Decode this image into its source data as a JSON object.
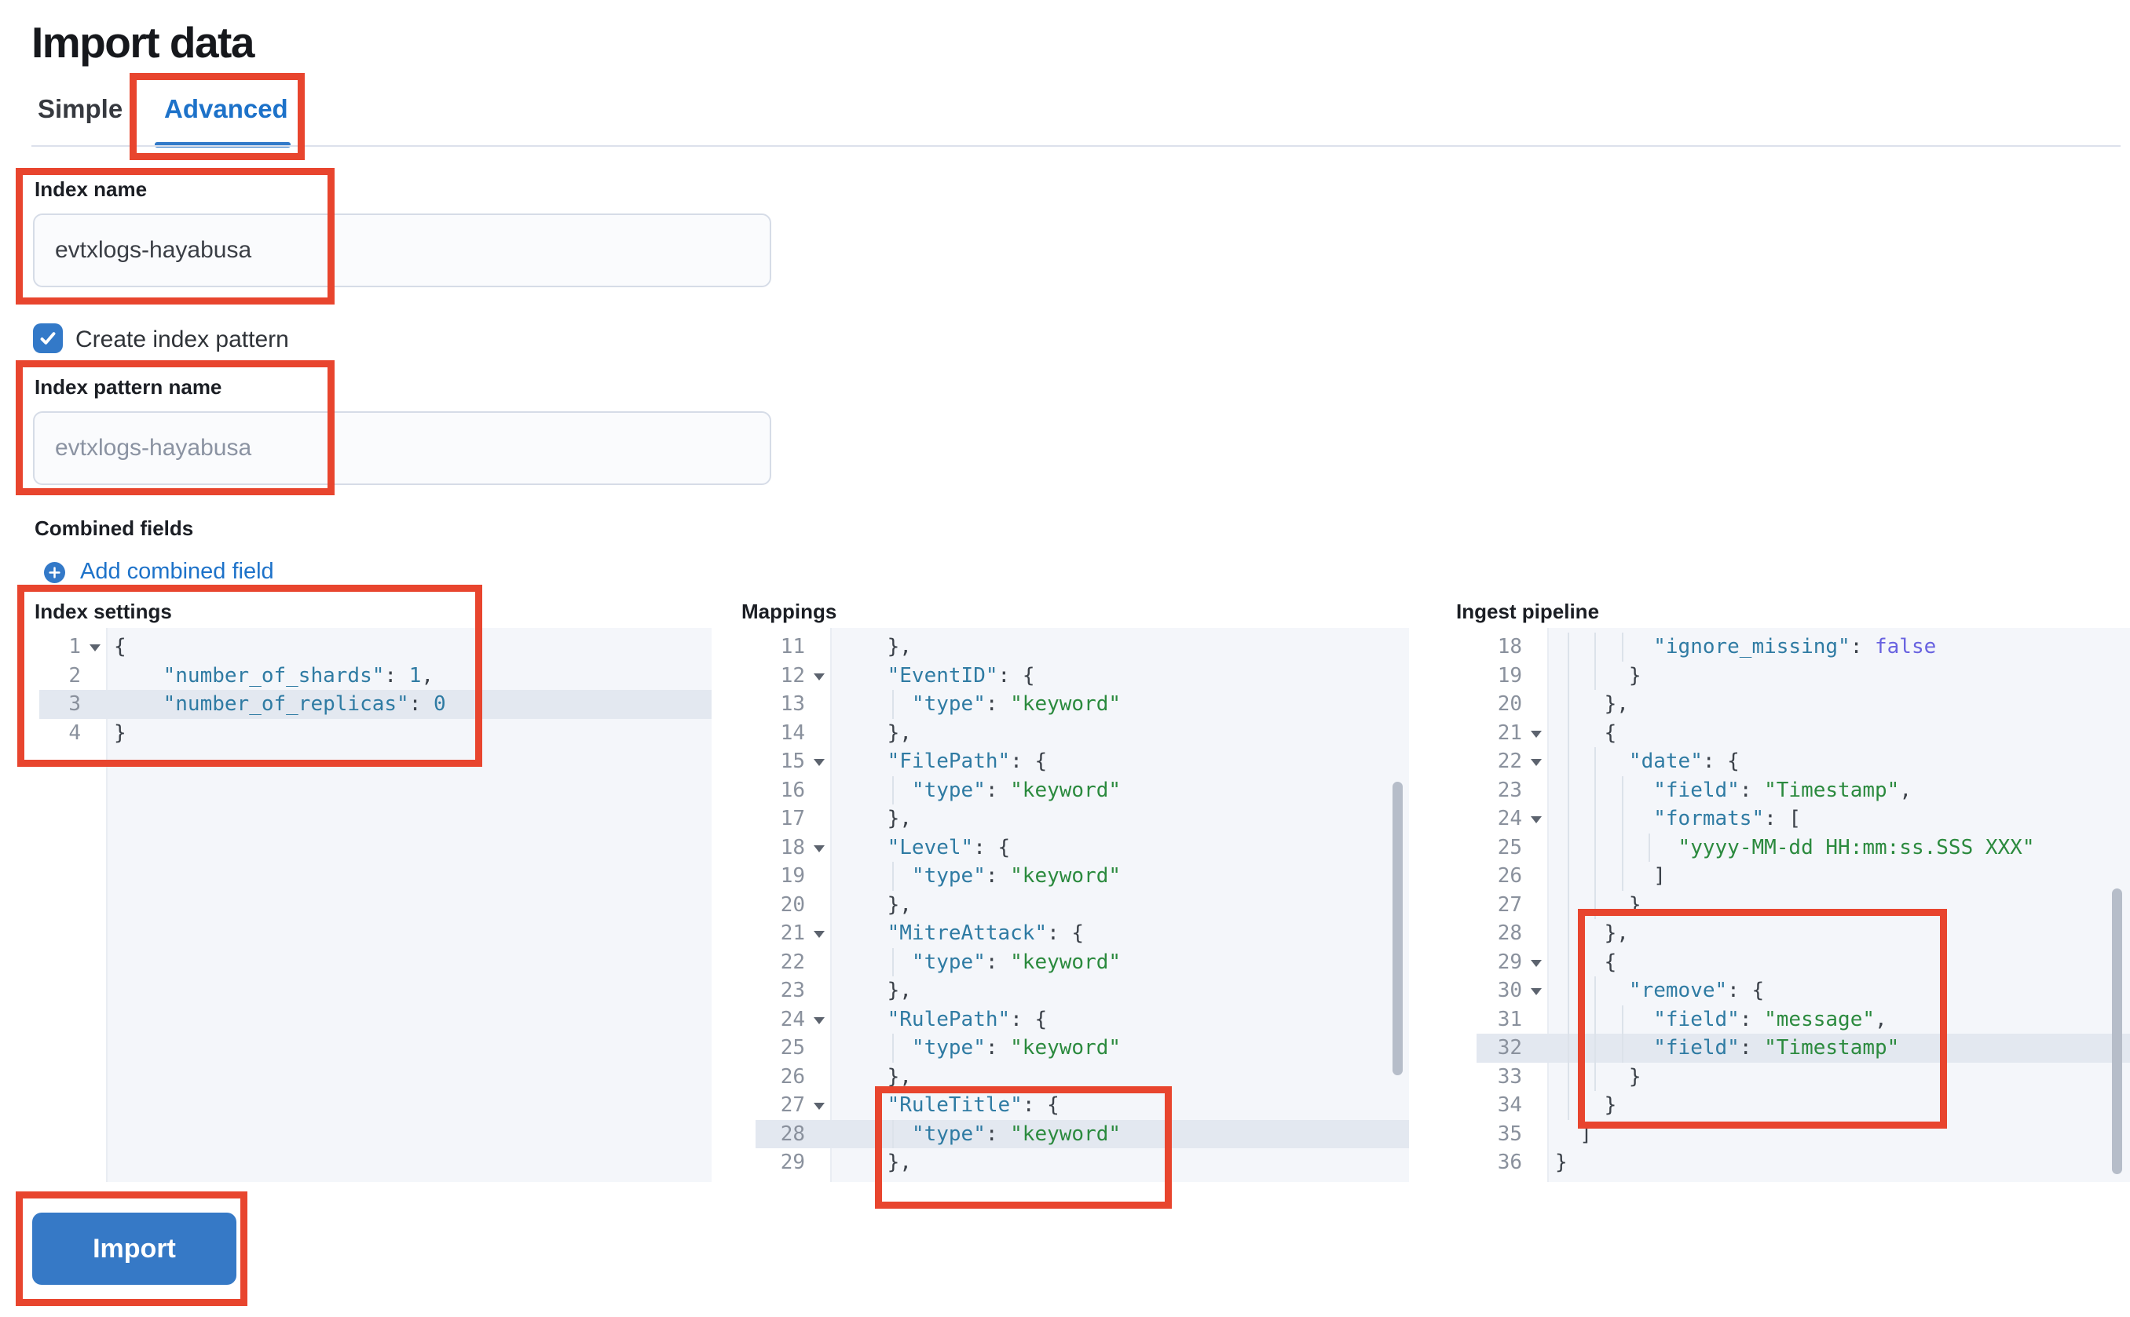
{
  "header": {
    "title": "Import data"
  },
  "tabs": [
    {
      "label": "Simple",
      "active": false
    },
    {
      "label": "Advanced",
      "active": true
    }
  ],
  "form": {
    "index_name": {
      "label": "Index name",
      "value": "evtxlogs-hayabusa"
    },
    "create_index_pattern": {
      "label": "Create index pattern",
      "checked": true
    },
    "index_pattern_name": {
      "label": "Index pattern name",
      "placeholder": "evtxlogs-hayabusa"
    },
    "combined_fields": {
      "heading": "Combined fields",
      "add_link": "Add combined field"
    }
  },
  "actions": {
    "import_label": "Import"
  },
  "colors": {
    "accent_blue": "#3379c8",
    "link_blue": "#1d72c9",
    "annotation_red": "#e8452e",
    "code_key": "#2f7ba3",
    "code_string": "#2b8a3e",
    "code_number": "#2f7ba3",
    "code_boolean": "#6862e0",
    "code_punct": "#3b4149",
    "editor_bg": "#f4f6fa",
    "active_line_bg": "#e3e8f0"
  },
  "editors": [
    {
      "id": "index-settings",
      "label": "Index settings",
      "lines": [
        {
          "n": 1,
          "fold": true,
          "ind": 0,
          "g": [],
          "seg": [
            [
              "p",
              "{"
            ]
          ]
        },
        {
          "n": 2,
          "fold": false,
          "ind": 4,
          "g": [],
          "seg": [
            [
              "k",
              "\"number_of_shards\""
            ],
            [
              "p",
              ": "
            ],
            [
              "n",
              "1"
            ],
            [
              "p",
              ","
            ]
          ]
        },
        {
          "n": 3,
          "fold": false,
          "ind": 4,
          "g": [],
          "hl": true,
          "seg": [
            [
              "k",
              "\"number_of_replicas\""
            ],
            [
              "p",
              ": "
            ],
            [
              "n",
              "0"
            ]
          ]
        },
        {
          "n": 4,
          "fold": false,
          "ind": 0,
          "g": [],
          "seg": [
            [
              "p",
              "}"
            ]
          ]
        }
      ]
    },
    {
      "id": "mappings",
      "label": "Mappings",
      "lines": [
        {
          "n": 11,
          "fold": false,
          "ind": 4,
          "g": [],
          "seg": [
            [
              "p",
              "},"
            ]
          ]
        },
        {
          "n": 12,
          "fold": true,
          "ind": 4,
          "g": [],
          "seg": [
            [
              "k",
              "\"EventID\""
            ],
            [
              "p",
              ": {"
            ]
          ]
        },
        {
          "n": 13,
          "fold": false,
          "ind": 6,
          "g": [
            4.4
          ],
          "seg": [
            [
              "k",
              "\"type\""
            ],
            [
              "p",
              ": "
            ],
            [
              "s",
              "\"keyword\""
            ]
          ]
        },
        {
          "n": 14,
          "fold": false,
          "ind": 4,
          "g": [],
          "seg": [
            [
              "p",
              "},"
            ]
          ]
        },
        {
          "n": 15,
          "fold": true,
          "ind": 4,
          "g": [],
          "seg": [
            [
              "k",
              "\"FilePath\""
            ],
            [
              "p",
              ": {"
            ]
          ]
        },
        {
          "n": 16,
          "fold": false,
          "ind": 6,
          "g": [
            4.4
          ],
          "seg": [
            [
              "k",
              "\"type\""
            ],
            [
              "p",
              ": "
            ],
            [
              "s",
              "\"keyword\""
            ]
          ]
        },
        {
          "n": 17,
          "fold": false,
          "ind": 4,
          "g": [],
          "seg": [
            [
              "p",
              "},"
            ]
          ]
        },
        {
          "n": 18,
          "fold": true,
          "ind": 4,
          "g": [],
          "seg": [
            [
              "k",
              "\"Level\""
            ],
            [
              "p",
              ": {"
            ]
          ]
        },
        {
          "n": 19,
          "fold": false,
          "ind": 6,
          "g": [
            4.4
          ],
          "seg": [
            [
              "k",
              "\"type\""
            ],
            [
              "p",
              ": "
            ],
            [
              "s",
              "\"keyword\""
            ]
          ]
        },
        {
          "n": 20,
          "fold": false,
          "ind": 4,
          "g": [],
          "seg": [
            [
              "p",
              "},"
            ]
          ]
        },
        {
          "n": 21,
          "fold": true,
          "ind": 4,
          "g": [],
          "seg": [
            [
              "k",
              "\"MitreAttack\""
            ],
            [
              "p",
              ": {"
            ]
          ]
        },
        {
          "n": 22,
          "fold": false,
          "ind": 6,
          "g": [
            4.4
          ],
          "seg": [
            [
              "k",
              "\"type\""
            ],
            [
              "p",
              ": "
            ],
            [
              "s",
              "\"keyword\""
            ]
          ]
        },
        {
          "n": 23,
          "fold": false,
          "ind": 4,
          "g": [],
          "seg": [
            [
              "p",
              "},"
            ]
          ]
        },
        {
          "n": 24,
          "fold": true,
          "ind": 4,
          "g": [],
          "seg": [
            [
              "k",
              "\"RulePath\""
            ],
            [
              "p",
              ": {"
            ]
          ]
        },
        {
          "n": 25,
          "fold": false,
          "ind": 6,
          "g": [
            4.4
          ],
          "seg": [
            [
              "k",
              "\"type\""
            ],
            [
              "p",
              ": "
            ],
            [
              "s",
              "\"keyword\""
            ]
          ]
        },
        {
          "n": 26,
          "fold": false,
          "ind": 4,
          "g": [],
          "seg": [
            [
              "p",
              "},"
            ]
          ]
        },
        {
          "n": 27,
          "fold": true,
          "ind": 4,
          "g": [],
          "seg": [
            [
              "k",
              "\"RuleTitle\""
            ],
            [
              "p",
              ": {"
            ]
          ]
        },
        {
          "n": 28,
          "fold": false,
          "ind": 6,
          "g": [
            4.4
          ],
          "hl": true,
          "seg": [
            [
              "k",
              "\"type\""
            ],
            [
              "p",
              ": "
            ],
            [
              "s",
              "\"keyword\""
            ]
          ]
        },
        {
          "n": 29,
          "fold": false,
          "ind": 4,
          "g": [],
          "seg": [
            [
              "p",
              "},"
            ]
          ]
        }
      ]
    },
    {
      "id": "ingest-pipeline",
      "label": "Ingest pipeline",
      "lines": [
        {
          "n": 18,
          "fold": false,
          "ind": 8,
          "g": [
            1,
            3.2,
            5.4
          ],
          "seg": [
            [
              "k",
              "\"ignore_missing\""
            ],
            [
              "p",
              ": "
            ],
            [
              "b",
              "false"
            ]
          ]
        },
        {
          "n": 19,
          "fold": false,
          "ind": 6,
          "g": [
            1,
            3.2
          ],
          "seg": [
            [
              "p",
              "}"
            ]
          ]
        },
        {
          "n": 20,
          "fold": false,
          "ind": 4,
          "g": [
            1
          ],
          "seg": [
            [
              "p",
              "},"
            ]
          ]
        },
        {
          "n": 21,
          "fold": true,
          "ind": 4,
          "g": [
            1
          ],
          "seg": [
            [
              "p",
              "{"
            ]
          ]
        },
        {
          "n": 22,
          "fold": true,
          "ind": 6,
          "g": [
            1,
            3.2
          ],
          "seg": [
            [
              "k",
              "\"date\""
            ],
            [
              "p",
              ": {"
            ]
          ]
        },
        {
          "n": 23,
          "fold": false,
          "ind": 8,
          "g": [
            1,
            3.2,
            5.4
          ],
          "seg": [
            [
              "k",
              "\"field\""
            ],
            [
              "p",
              ": "
            ],
            [
              "s",
              "\"Timestamp\""
            ],
            [
              "p",
              ","
            ]
          ]
        },
        {
          "n": 24,
          "fold": true,
          "ind": 8,
          "g": [
            1,
            3.2,
            5.4
          ],
          "seg": [
            [
              "k",
              "\"formats\""
            ],
            [
              "p",
              ": ["
            ]
          ]
        },
        {
          "n": 25,
          "fold": false,
          "ind": 10,
          "g": [
            1,
            3.2,
            5.4,
            7.6
          ],
          "seg": [
            [
              "s",
              "\"yyyy-MM-dd HH:mm:ss.SSS XXX\""
            ]
          ]
        },
        {
          "n": 26,
          "fold": false,
          "ind": 8,
          "g": [
            1,
            3.2,
            5.4
          ],
          "seg": [
            [
              "p",
              "]"
            ]
          ]
        },
        {
          "n": 27,
          "fold": false,
          "ind": 6,
          "g": [
            1,
            3.2
          ],
          "seg": [
            [
              "p",
              "}"
            ]
          ]
        },
        {
          "n": 28,
          "fold": false,
          "ind": 4,
          "g": [
            1
          ],
          "seg": [
            [
              "p",
              "},"
            ]
          ]
        },
        {
          "n": 29,
          "fold": true,
          "ind": 4,
          "g": [
            1
          ],
          "seg": [
            [
              "p",
              "{"
            ]
          ]
        },
        {
          "n": 30,
          "fold": true,
          "ind": 6,
          "g": [
            1,
            3.2
          ],
          "seg": [
            [
              "k",
              "\"remove\""
            ],
            [
              "p",
              ": {"
            ]
          ]
        },
        {
          "n": 31,
          "fold": false,
          "ind": 8,
          "g": [
            1,
            3.2,
            5.4
          ],
          "seg": [
            [
              "k",
              "\"field\""
            ],
            [
              "p",
              ": "
            ],
            [
              "s",
              "\"message\""
            ],
            [
              "p",
              ","
            ]
          ]
        },
        {
          "n": 32,
          "fold": false,
          "ind": 8,
          "g": [
            1,
            3.2,
            5.4
          ],
          "hl": true,
          "seg": [
            [
              "k",
              "\"field\""
            ],
            [
              "p",
              ": "
            ],
            [
              "s",
              "\"Timestamp\""
            ]
          ]
        },
        {
          "n": 33,
          "fold": false,
          "ind": 6,
          "g": [
            1,
            3.2
          ],
          "seg": [
            [
              "p",
              "}"
            ]
          ]
        },
        {
          "n": 34,
          "fold": false,
          "ind": 4,
          "g": [
            1
          ],
          "seg": [
            [
              "p",
              "}"
            ]
          ]
        },
        {
          "n": 35,
          "fold": false,
          "ind": 2,
          "g": [],
          "seg": [
            [
              "p",
              "]"
            ]
          ]
        },
        {
          "n": 36,
          "fold": false,
          "ind": 0,
          "g": [],
          "seg": [
            [
              "p",
              "}"
            ]
          ]
        }
      ]
    }
  ]
}
